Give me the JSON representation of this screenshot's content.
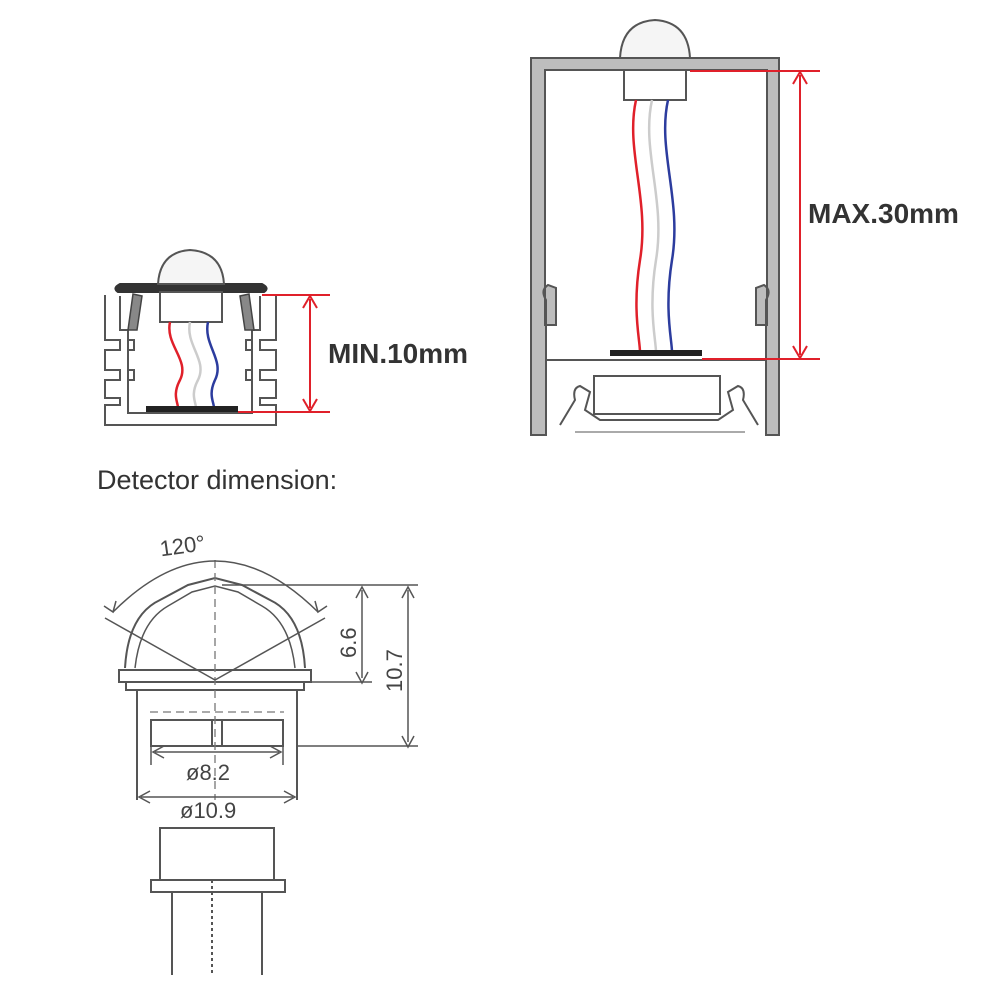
{
  "labels": {
    "min_height": "MIN.10mm",
    "max_height": "MAX.30mm",
    "section_caption": "Detector dimension:"
  },
  "dimensions": {
    "angle": "120°",
    "dome_height": "6.6",
    "total_height": "10.7",
    "inner_diameter": "ø8.2",
    "outer_diameter": "ø10.9"
  },
  "colors": {
    "outline": "#555555",
    "profile_fill": "#bdbdbd",
    "dimension_line": "#e0202a",
    "wire_red": "#e0202a",
    "wire_blue": "#2c3c9e",
    "wire_white": "#cccccc"
  }
}
